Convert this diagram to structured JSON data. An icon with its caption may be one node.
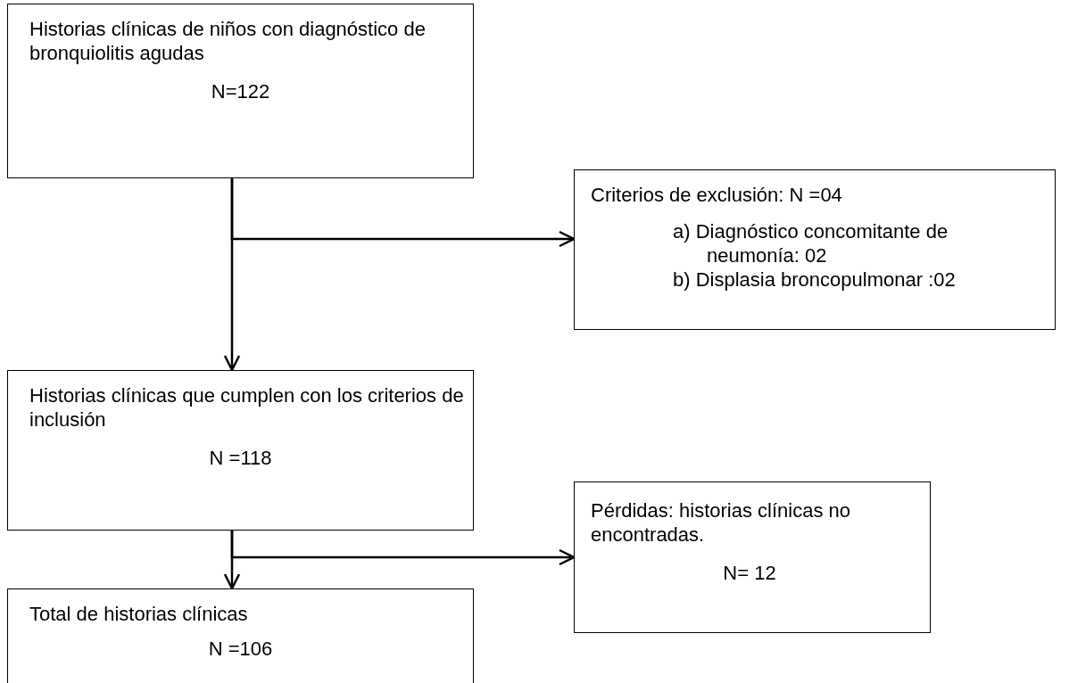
{
  "diagram": {
    "nodes": [
      {
        "text": [
          "Historias clínicas de niños con diagnóstico de bronquiolitis agudas",
          "N=122"
        ]
      },
      {
        "text": [
          "Criterios de exclusión: N =04",
          "a) Diagnóstico concomitante de neumonía: 02",
          "b) Displasia broncopulmonar :02"
        ]
      },
      {
        "text": [
          "Historias clínicas que cumplen con los criterios de inclusión",
          "N =118"
        ]
      },
      {
        "text": [
          "Pérdidas: historias clínicas no encontradas.",
          "N= 12"
        ]
      },
      {
        "text": [
          "Total de historias clínicas",
          "N =106"
        ]
      }
    ],
    "edges": [
      {
        "from": 0,
        "to": 2,
        "arrow": "to"
      },
      {
        "from": 0,
        "to": 1,
        "arrow": "to"
      },
      {
        "from": 2,
        "to": 4,
        "arrow": "to"
      },
      {
        "from": 2,
        "to": 3,
        "arrow": "to"
      }
    ]
  }
}
